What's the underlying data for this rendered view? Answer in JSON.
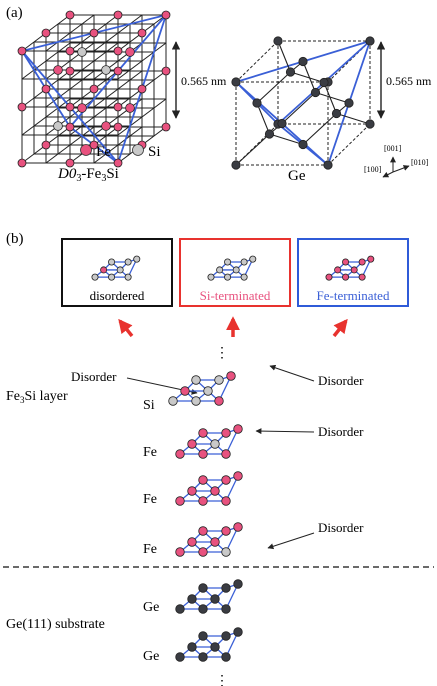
{
  "panel_a": {
    "label": "(a)",
    "fe3si_title_prefix": "D0",
    "fe3si_title_sub": "3",
    "fe3si_title_suffix": "-Fe",
    "fe3si_title_sub2": "3",
    "fe3si_title_end": "Si",
    "ge_title": "Ge",
    "scale_left": "0.565 nm",
    "scale_right": "0.565 nm",
    "legend_fe": "Fe",
    "legend_si": "Si",
    "axis_001": "[001]",
    "axis_010": "[010]",
    "axis_100": "[100]"
  },
  "panel_b": {
    "label": "(b)",
    "box_disordered": "disordered",
    "box_si_term": "Si-terminated",
    "box_fe_term": "Fe-terminated",
    "fe3si_layer_main": "Fe",
    "fe3si_layer_sub": "3",
    "fe3si_layer_end": "Si layer",
    "substrate_label": "Ge(111) substrate",
    "disorder_1": "Disorder",
    "disorder_2": "Disorder",
    "disorder_3": "Disorder",
    "disorder_4": "Disorder",
    "row_si": "Si",
    "row_fe_1": "Fe",
    "row_fe_2": "Fe",
    "row_fe_3": "Fe",
    "row_ge_1": "Ge",
    "row_ge_2": "Ge",
    "dots_top": "⋮",
    "dots_bottom": "⋮"
  },
  "colors": {
    "fe": "#e8527f",
    "si": "#c9c9c9",
    "ge": "#3a3c42",
    "blue": "#3a5fd6",
    "red": "#e8322e",
    "border_black": "#111111",
    "border_red": "#e8322e",
    "border_blue": "#2f5bd8",
    "text_red": "#e8527f",
    "text_blue": "#3a5fd6"
  }
}
